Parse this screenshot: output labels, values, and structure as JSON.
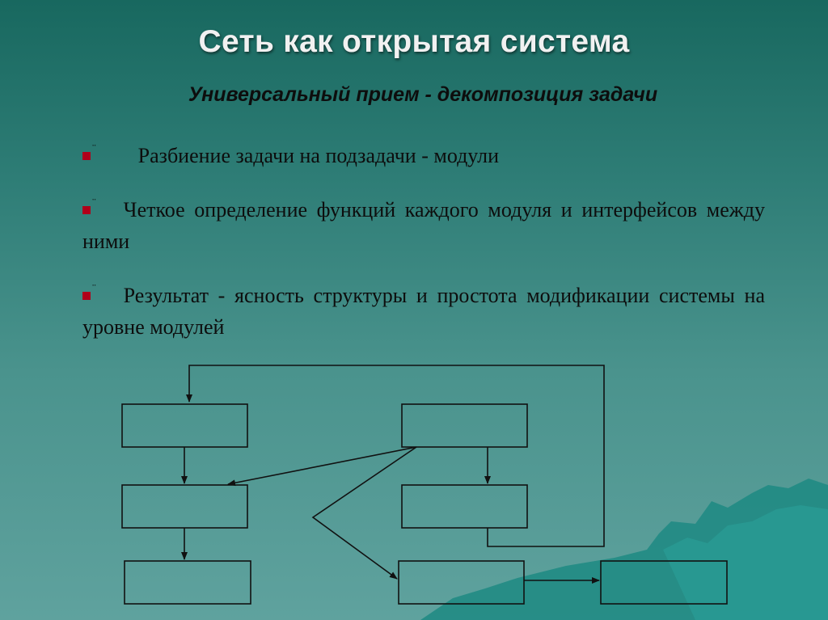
{
  "slide": {
    "title": "Сеть как открытая система",
    "subtitle": "Универсальный прием - декомпозиция задачи",
    "bullet_marker_color": "#b0001a",
    "bullet_glyph": "¨",
    "bullets": [
      "Разбиение задачи на подзадачи - модули",
      "Четкое определение функций каждого модуля и интерфейсов между ними",
      "Результат - ясность структуры и простота модификации системы на уровне модулей"
    ]
  },
  "colors": {
    "background_top": "#18685f",
    "background_bottom": "#5fa29e",
    "title_text": "#f1f1f1",
    "body_text": "#0d0d0d",
    "diagram_stroke": "#111111",
    "decoration": "#1d8a82"
  },
  "diagram": {
    "modules": [
      "module-1",
      "module-2",
      "module-3",
      "module-4",
      "module-5",
      "module-6",
      "module-7"
    ],
    "connections": [
      {
        "from": "module-1",
        "to": "module-3"
      },
      {
        "from": "module-3",
        "to": "module-5"
      },
      {
        "from": "module-2",
        "to": "module-4"
      },
      {
        "from": "module-2",
        "to": "module-3"
      },
      {
        "from": "module-2",
        "to": "module-6"
      },
      {
        "from": "module-4",
        "to": "module-1"
      },
      {
        "from": "module-6",
        "to": "module-7"
      }
    ]
  }
}
